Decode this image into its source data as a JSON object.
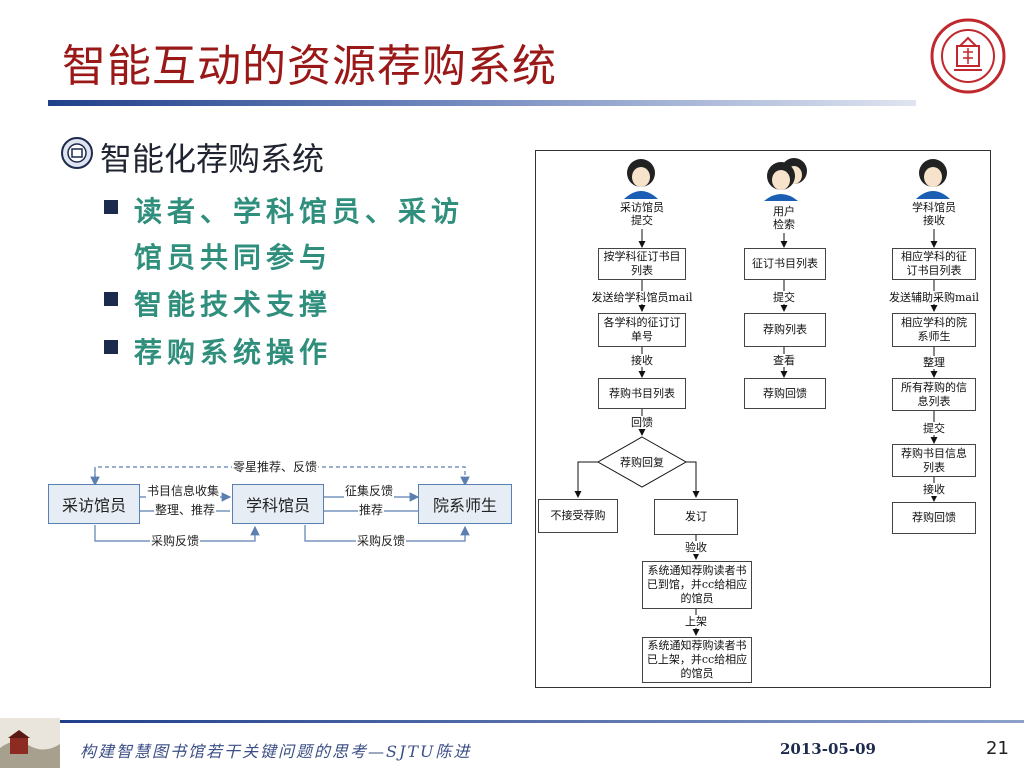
{
  "slide": {
    "title": "智能互动的资源荐购系统",
    "level1": "智能化荐购系统",
    "bullets": [
      "读者、学科馆员、采访",
      "馆员共同参与",
      "智能技术支撑",
      "荐购系统操作"
    ],
    "footer_text": "构建智慧图书馆若干关键问题的思考—SJTU陈进",
    "footer_date": "2013-05-09",
    "page_number": "21",
    "colors": {
      "title": "#9a1818",
      "bullet": "#2f8f7c",
      "accent": "#21408a"
    }
  },
  "left_diagram": {
    "nodes": [
      "采访馆员",
      "学科馆员",
      "院系师生"
    ],
    "top_label": "零星推荐、反馈",
    "labels": {
      "a_to_b": "书目信息收集",
      "b_to_a": "整理、推荐",
      "b_to_c": "征集反馈",
      "c_to_b": "推荐",
      "bottom_left": "采购反馈",
      "bottom_right": "采购反馈"
    }
  },
  "flowchart": {
    "actors": [
      {
        "icon": "person-icon",
        "label": "采访馆员\n提交"
      },
      {
        "icon": "people-icon",
        "label": "用户\n检索"
      },
      {
        "icon": "person-icon",
        "label": "学科馆员\n接收"
      }
    ],
    "col1": {
      "box1": "按学科征订书目列表",
      "edge1": "发送给学科馆员mail",
      "box2": "各学科的征订订单号",
      "edge2": "接收",
      "box3": "荐购书目列表",
      "edge3": "回馈",
      "diamond": "荐购回复",
      "reject": "不接受荐购",
      "accept": "发订",
      "edge4": "验收",
      "box4": "系统通知荐购读者书已到馆，并cc给相应的馆员",
      "edge5": "上架",
      "box5": "系统通知荐购读者书已上架，并cc给相应的馆员"
    },
    "col2": {
      "box1": "征订书目列表",
      "edge1": "提交",
      "box2": "荐购列表",
      "edge2": "查看",
      "box3": "荐购回馈"
    },
    "col3": {
      "box1": "相应学科的征订书目列表",
      "edge1": "发送辅助采购mail",
      "box2": "相应学科的院系师生",
      "edge2": "整理",
      "box3": "所有荐购的信息列表",
      "edge3": "提交",
      "box4": "荐购书目信息列表",
      "edge4": "接收",
      "box5": "荐购回馈"
    }
  }
}
